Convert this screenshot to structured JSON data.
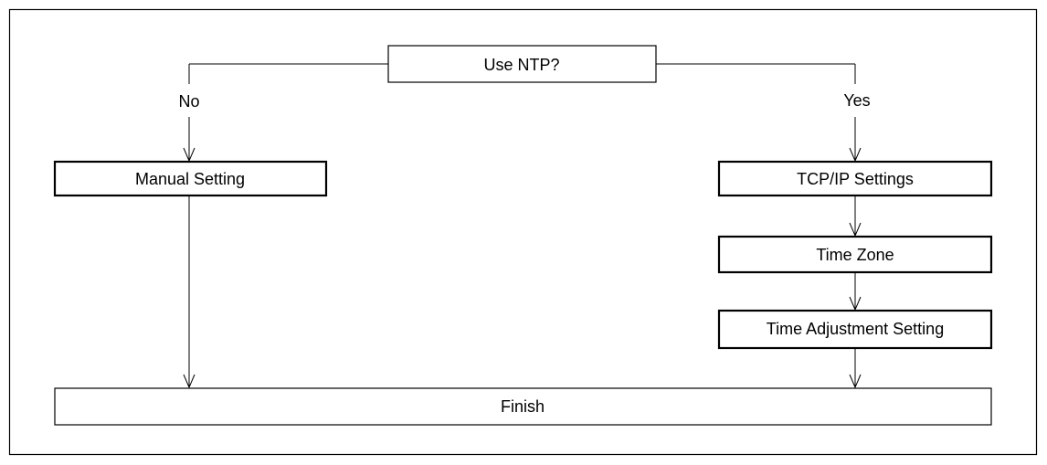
{
  "flowchart": {
    "decision_label": "Use NTP?",
    "branch_no_label": "No",
    "branch_yes_label": "Yes",
    "manual_setting_label": "Manual Setting",
    "tcpip_settings_label": "TCP/IP Settings",
    "time_zone_label": "Time Zone",
    "time_adjustment_label": "Time Adjustment Setting",
    "finish_label": "Finish"
  },
  "colors": {
    "stroke": "#000000",
    "background": "#ffffff"
  }
}
